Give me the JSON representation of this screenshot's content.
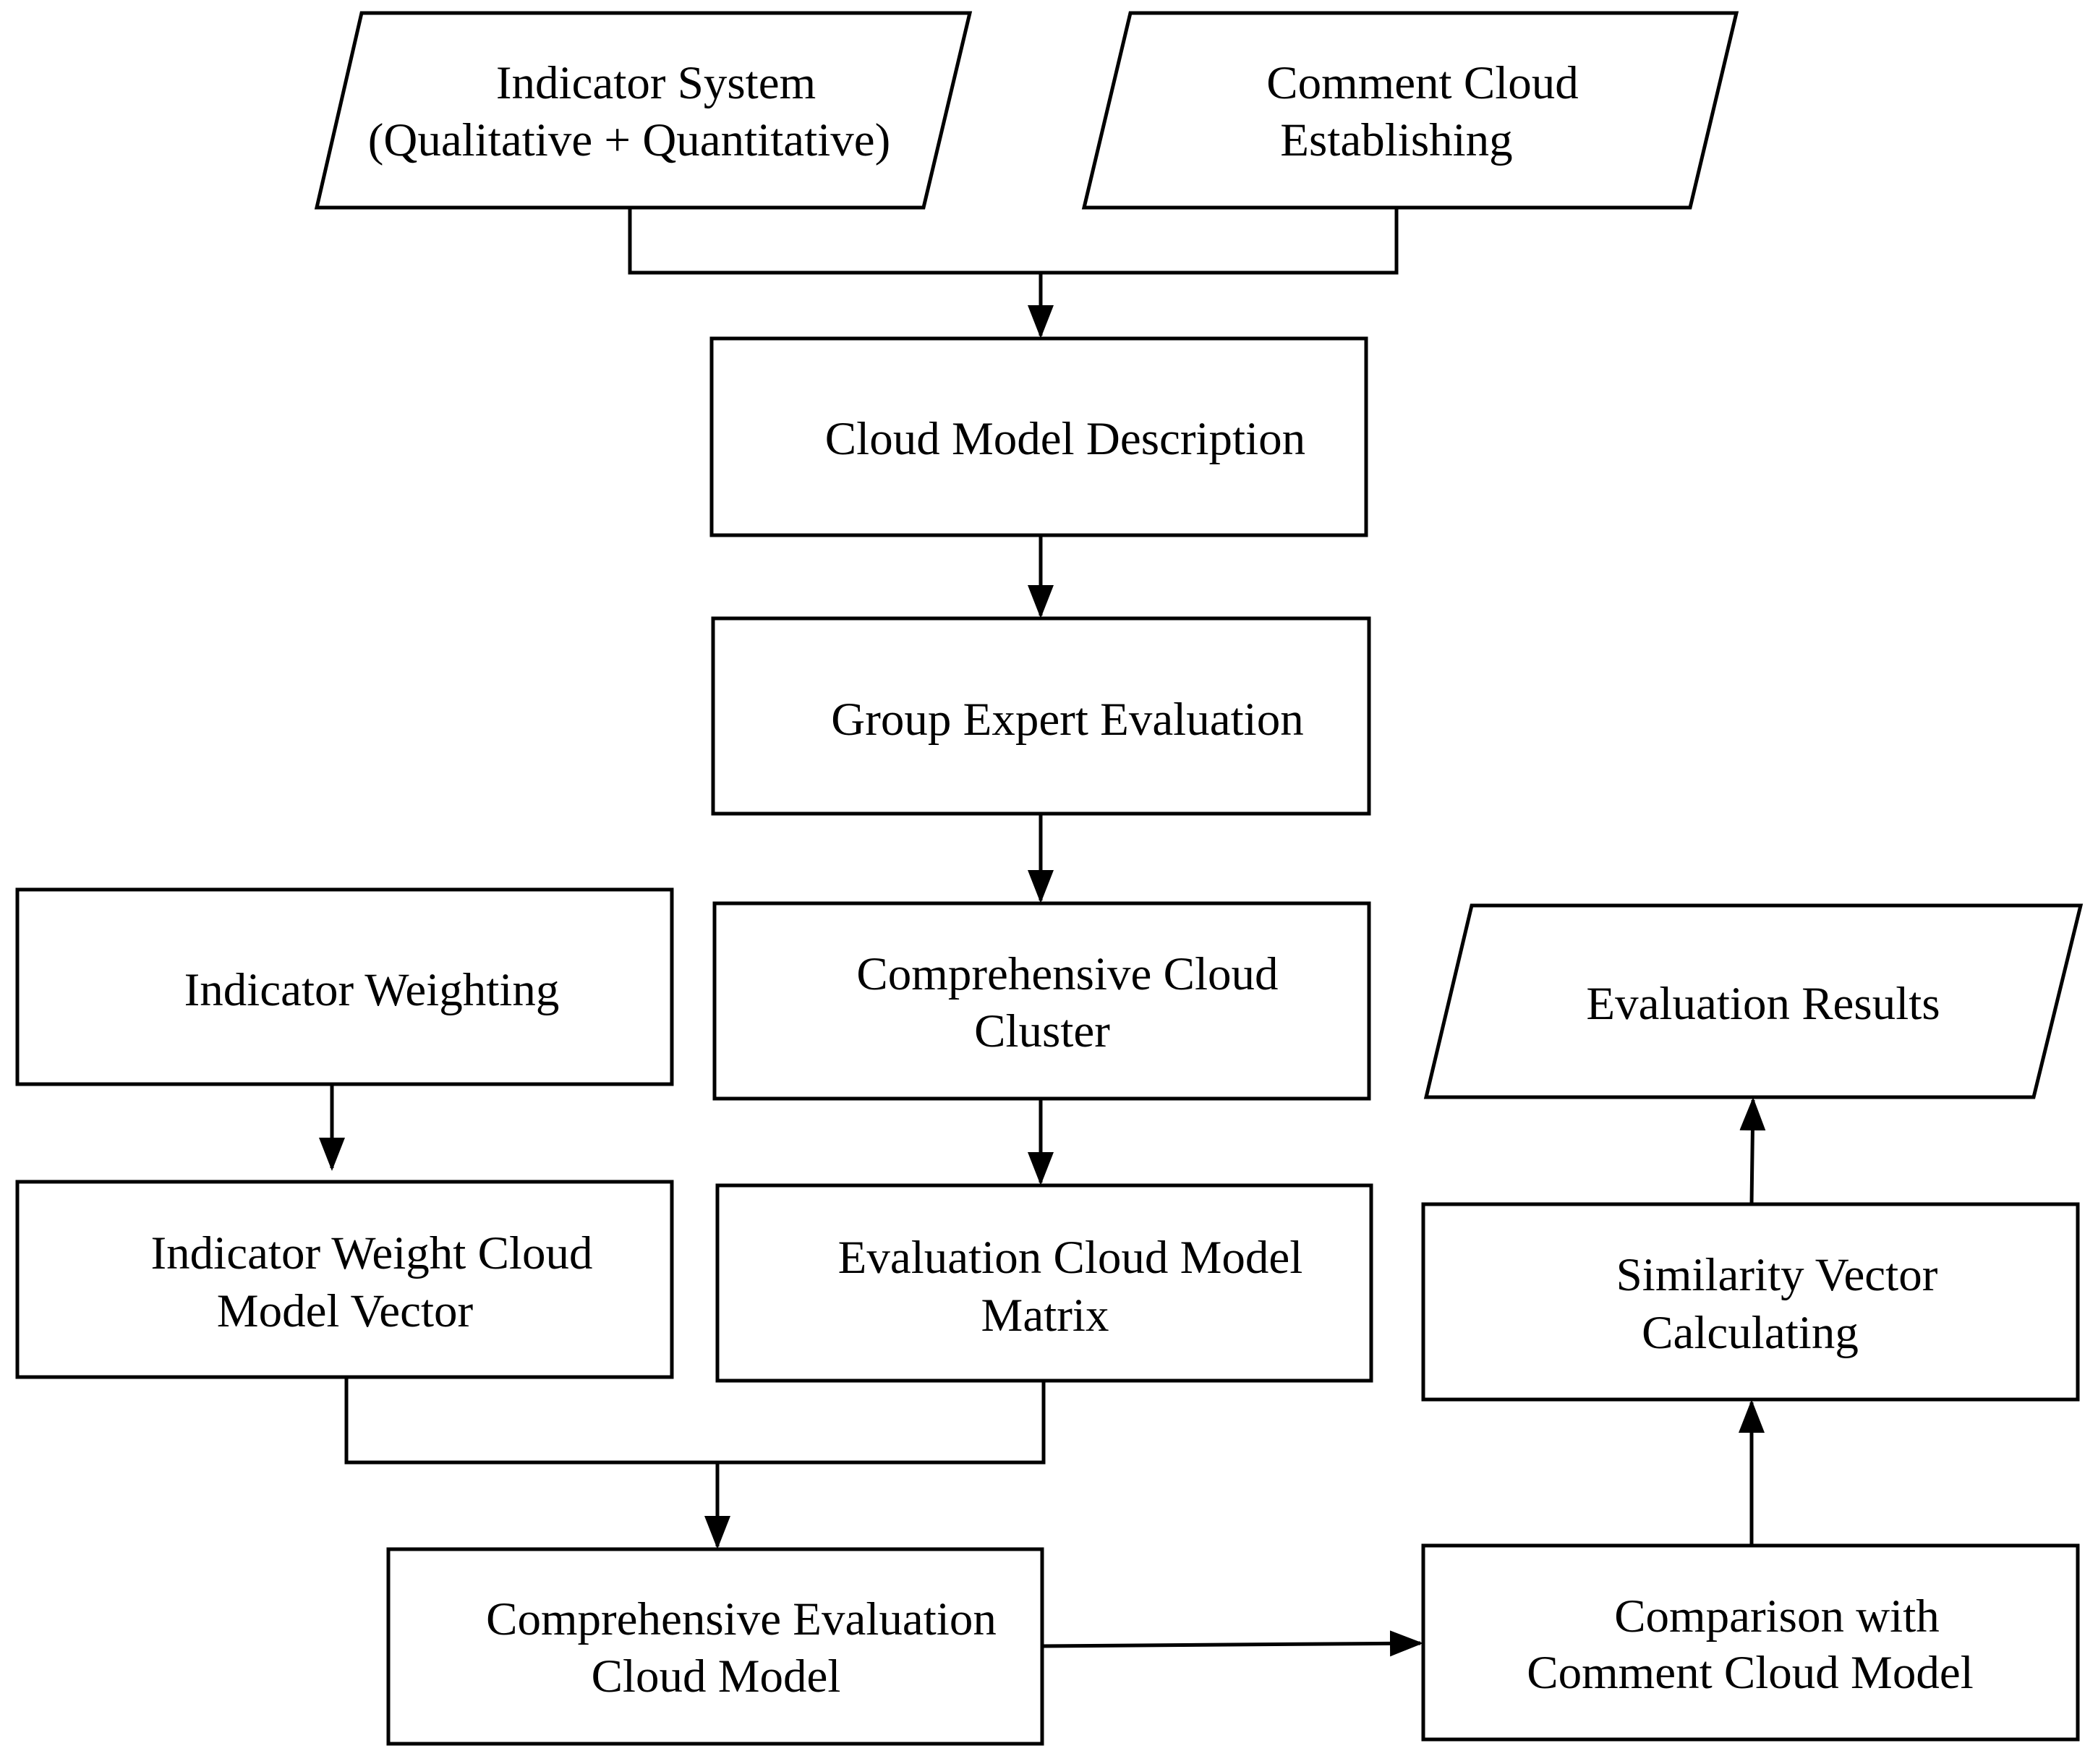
{
  "nodes": {
    "indicator_system": {
      "lines": [
        "Indicator System",
        "(Qualitative + Quantitative)"
      ]
    },
    "comment_cloud_establishing": {
      "lines": [
        "Comment Cloud",
        "Establishing"
      ]
    },
    "cloud_model_description": {
      "lines": [
        "Cloud Model Description"
      ]
    },
    "group_expert_evaluation": {
      "lines": [
        "Group Expert Evaluation"
      ]
    },
    "comprehensive_cloud_cluster": {
      "lines": [
        "Comprehensive Cloud",
        "Cluster"
      ]
    },
    "evaluation_cloud_model_matrix": {
      "lines": [
        "Evaluation Cloud Model",
        "Matrix"
      ]
    },
    "indicator_weighting": {
      "lines": [
        "Indicator Weighting"
      ]
    },
    "indicator_weight_cloud_model_vector": {
      "lines": [
        "Indicator Weight Cloud",
        "Model Vector"
      ]
    },
    "comprehensive_evaluation_cloud_model": {
      "lines": [
        "Comprehensive Evaluation",
        "Cloud Model"
      ]
    },
    "comparison_with_comment_cloud_model": {
      "lines": [
        "Comparison with",
        "Comment Cloud Model"
      ]
    },
    "similarity_vector_calculating": {
      "lines": [
        "Similarity Vector",
        "Calculating"
      ]
    },
    "evaluation_results": {
      "lines": [
        "Evaluation Results"
      ]
    }
  }
}
